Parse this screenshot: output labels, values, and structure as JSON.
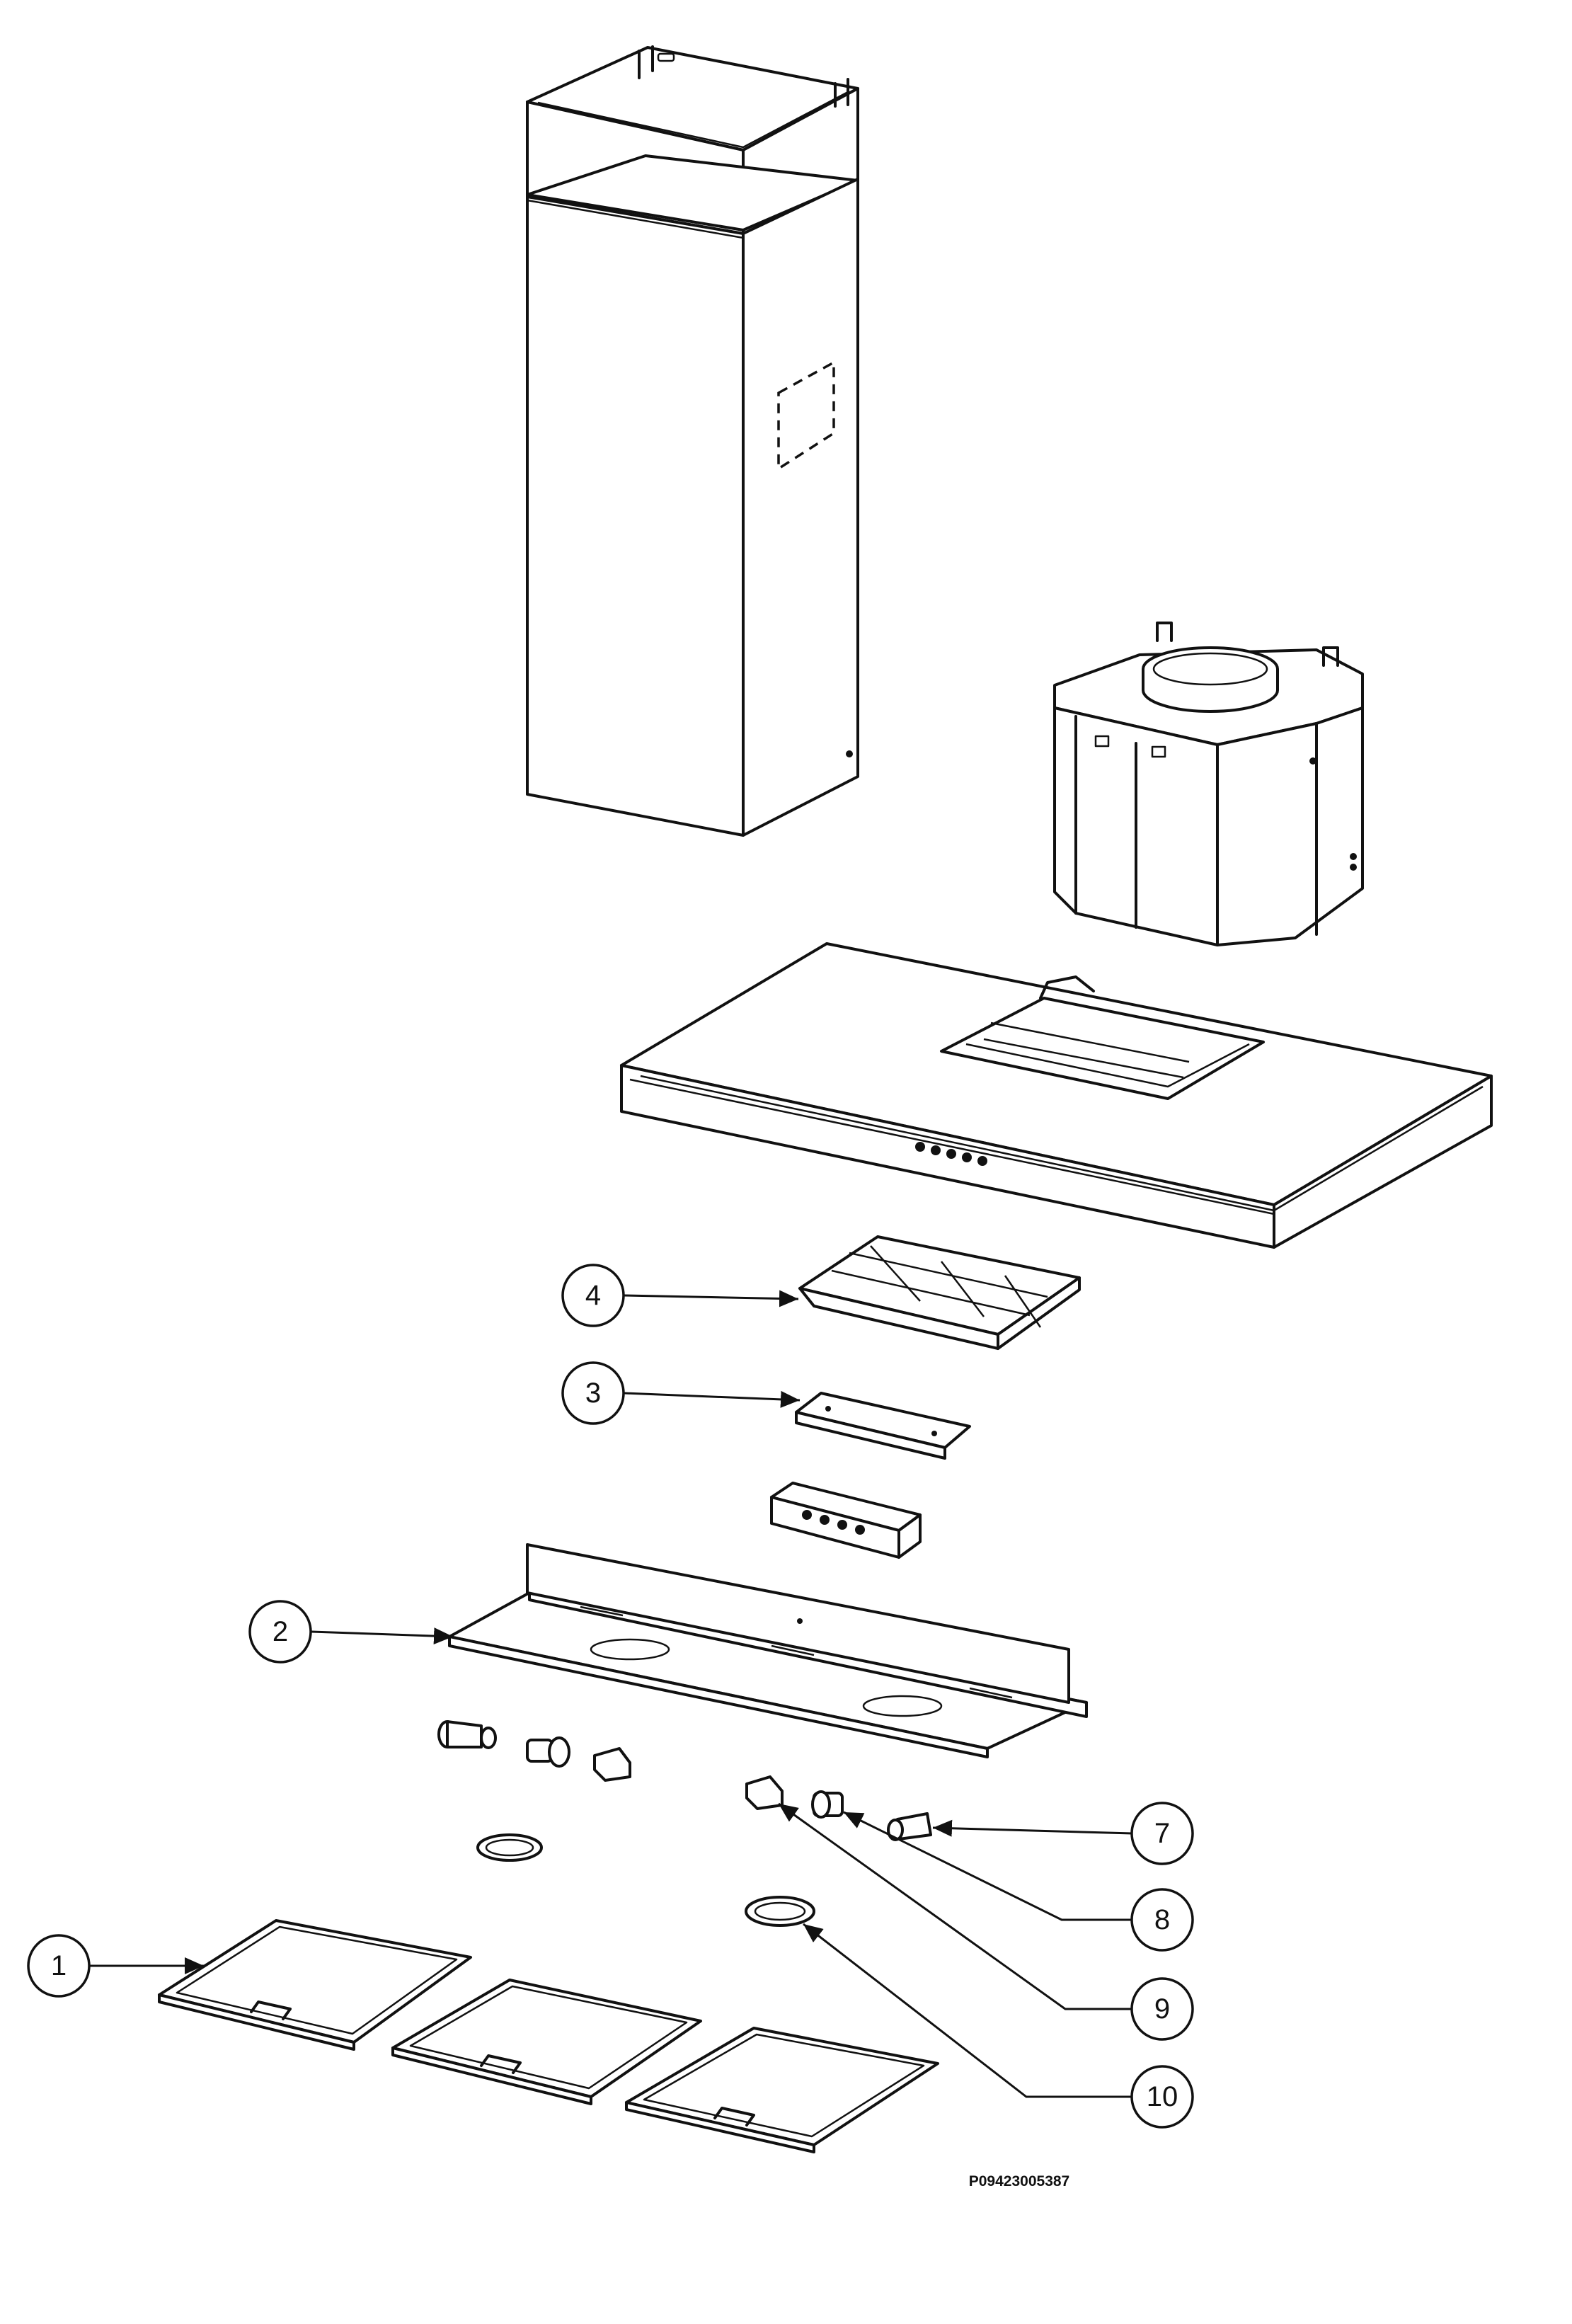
{
  "callouts": {
    "c1": "1",
    "c2": "2",
    "c3": "3",
    "c4": "4",
    "c7": "7",
    "c8": "8",
    "c9": "9",
    "c10": "10"
  },
  "drawing_code": "P09423005387"
}
